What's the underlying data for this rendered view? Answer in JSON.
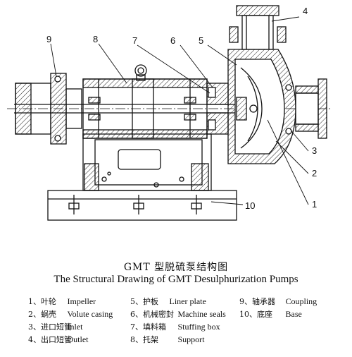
{
  "title_cn": "GMT 型脱硫泵结构图",
  "title_en": "The Structural Drawing of GMT Desulphurization Pumps",
  "callouts": [
    "1",
    "2",
    "3",
    "4",
    "5",
    "6",
    "7",
    "8",
    "9",
    "10"
  ],
  "legend": [
    {
      "cn": "1、叶轮",
      "en": "Impeller"
    },
    {
      "cn": "2、蜗壳",
      "en": "Volute casing"
    },
    {
      "cn": "3、进口短管",
      "en": "Inlet"
    },
    {
      "cn": "4、出口短管",
      "en": "Outlet"
    },
    {
      "cn": "5、护板",
      "en": "Liner plate"
    },
    {
      "cn": "6、机械密封",
      "en": "Machine seals"
    },
    {
      "cn": "7、填料箱",
      "en": "Stuffing box"
    },
    {
      "cn": "8、托架",
      "en": "Support"
    },
    {
      "cn": "9、轴承器",
      "en": "Coupling"
    },
    {
      "cn": "10、底座",
      "en": "Base"
    }
  ]
}
